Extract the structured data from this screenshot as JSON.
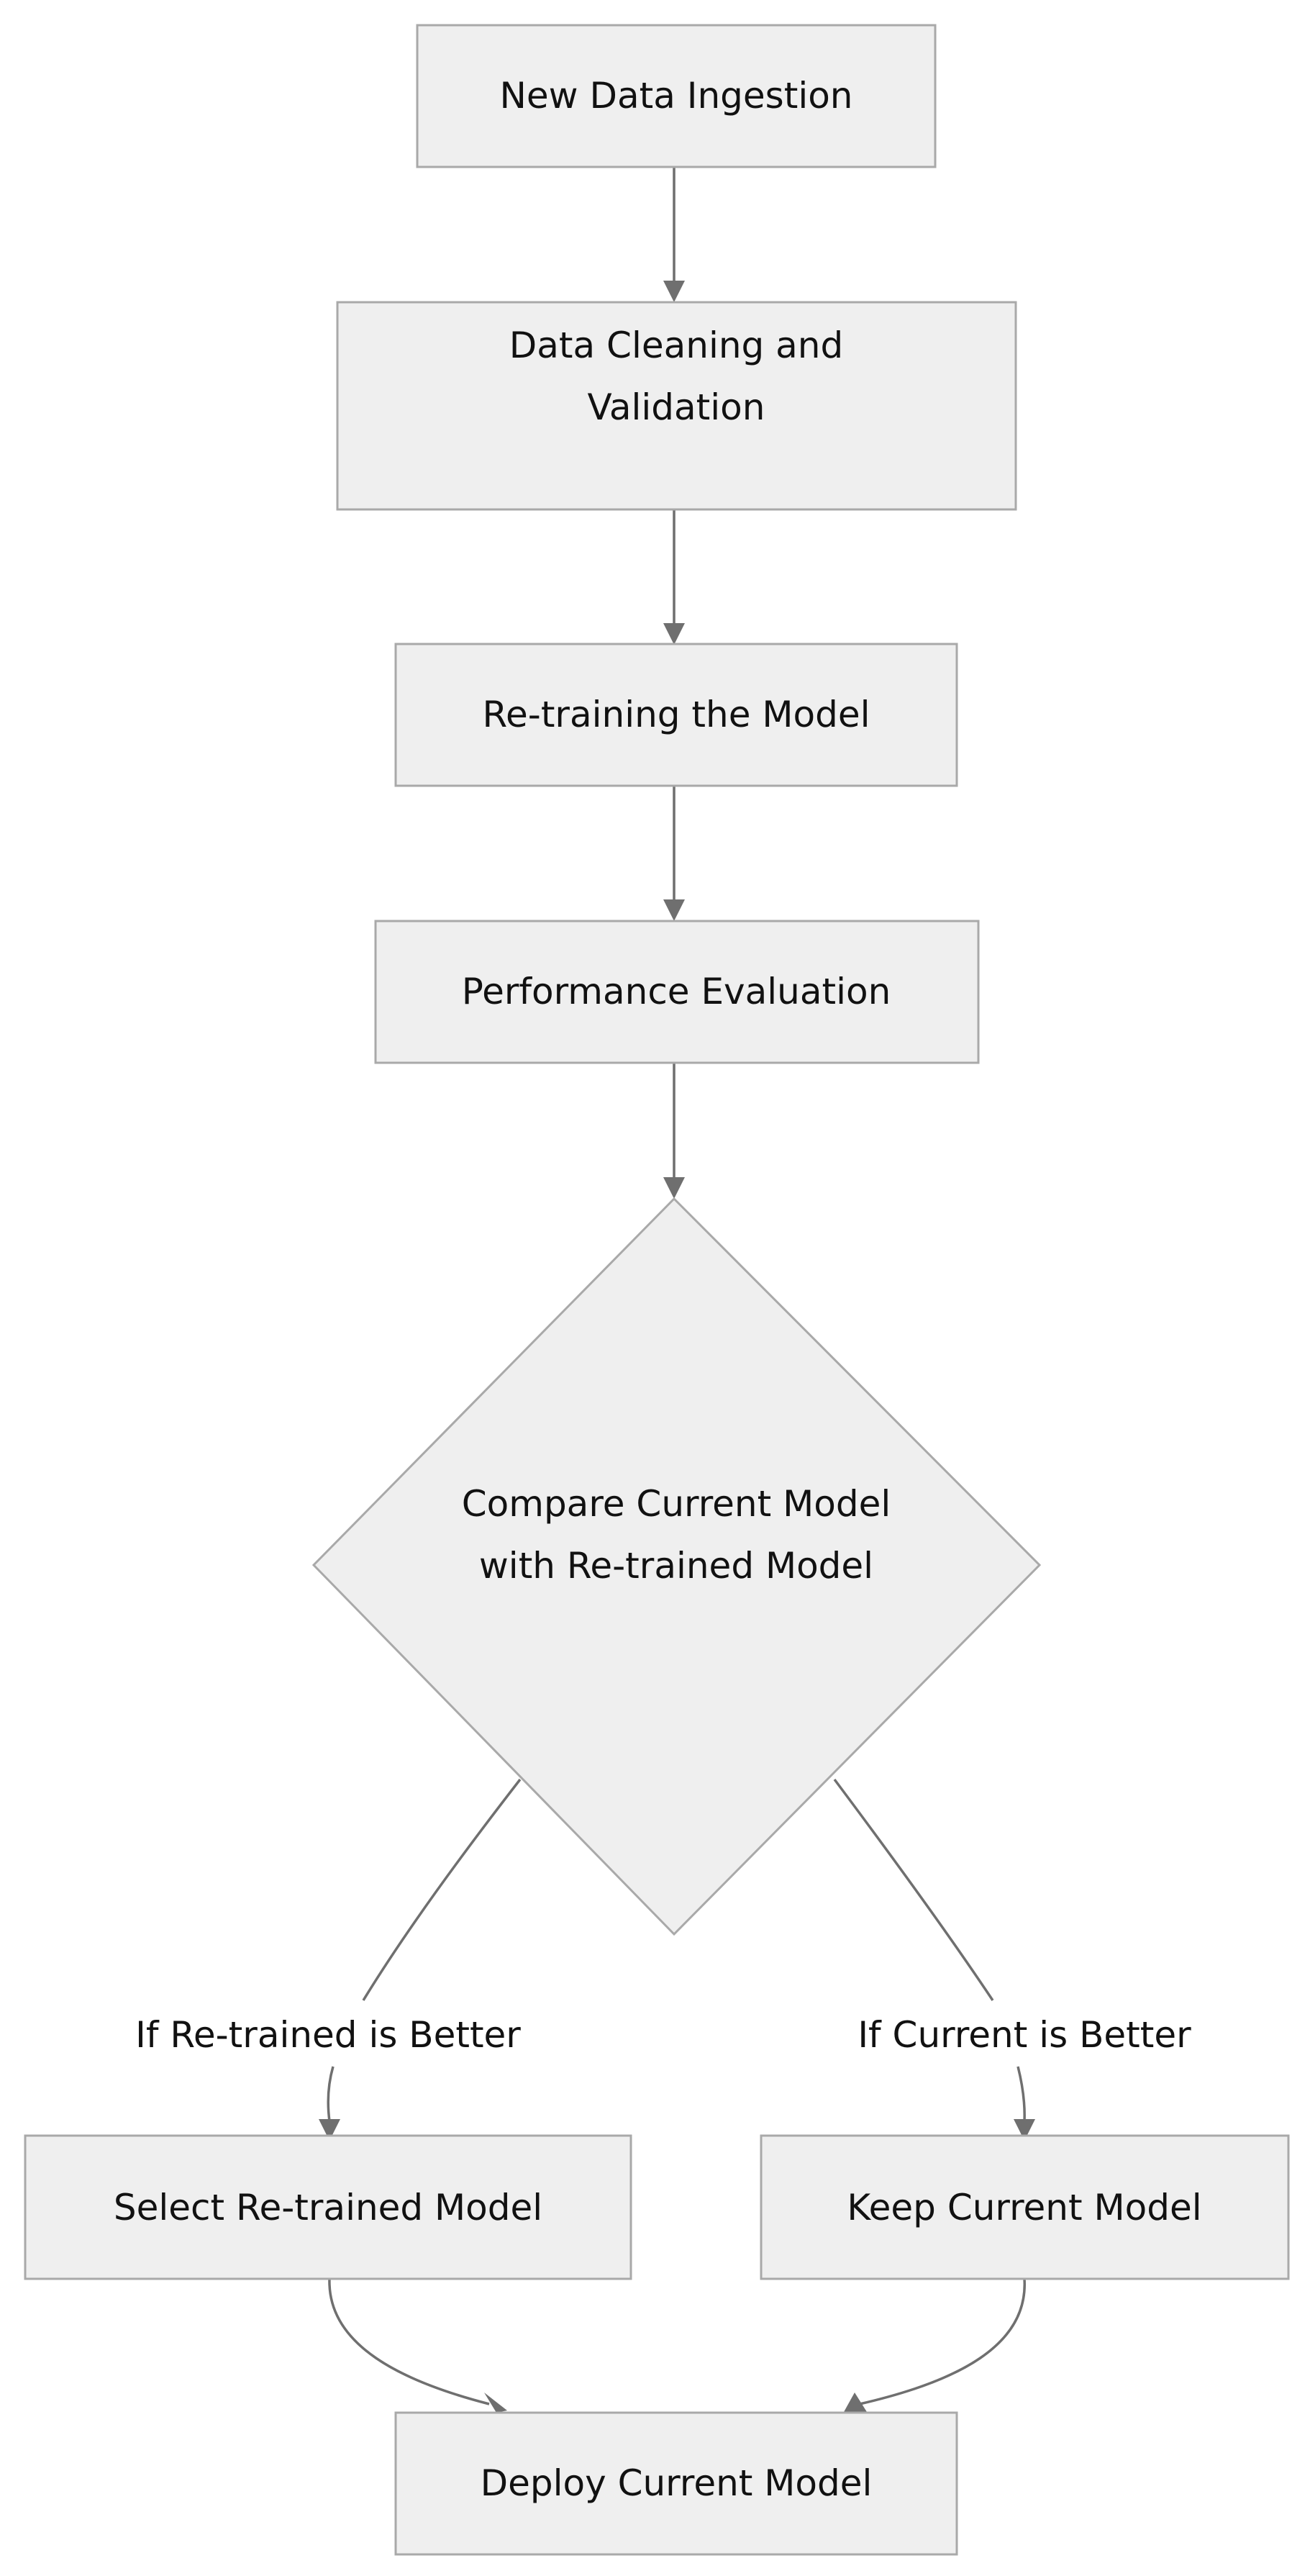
{
  "nodes": {
    "ingest": {
      "lines": [
        "New Data Ingestion"
      ]
    },
    "clean": {
      "lines": [
        "Data Cleaning and",
        "Validation"
      ]
    },
    "retrain": {
      "lines": [
        "Re-training the Model"
      ]
    },
    "evaluate": {
      "lines": [
        "Performance Evaluation"
      ]
    },
    "compare": {
      "lines": [
        "Compare Current Model",
        "with Re-trained Model"
      ]
    },
    "select": {
      "lines": [
        "Select Re-trained Model"
      ]
    },
    "keep": {
      "lines": [
        "Keep Current Model"
      ]
    },
    "deploy": {
      "lines": [
        "Deploy Current Model"
      ]
    }
  },
  "edge_labels": {
    "retrained_better": "If Re-trained is Better",
    "current_better": "If Current is Better"
  },
  "colors": {
    "node_fill": "#efefef",
    "node_stroke": "#a9a9a9",
    "edge": "#6f6f6f",
    "text": "#111111"
  }
}
